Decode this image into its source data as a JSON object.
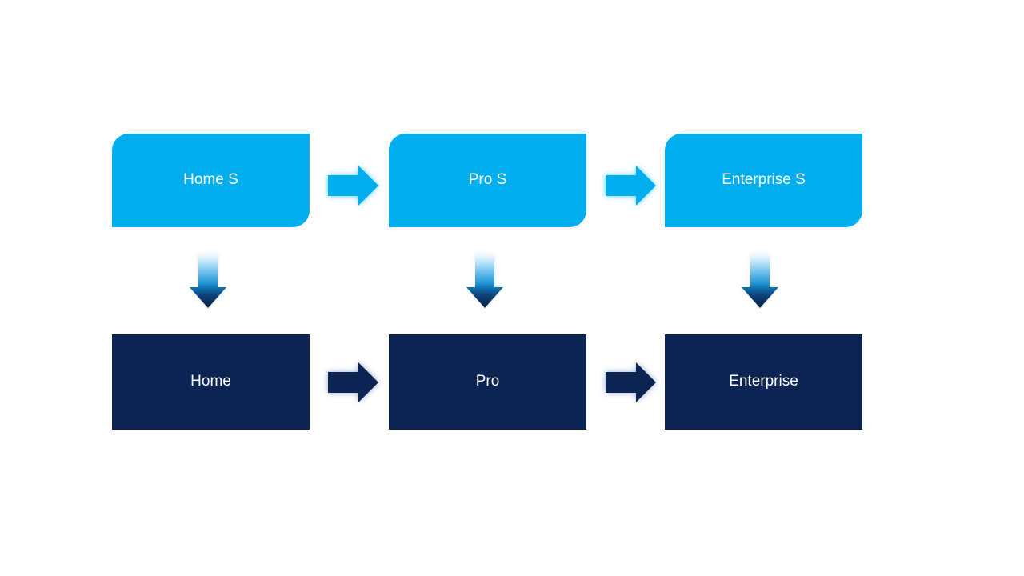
{
  "diagram": {
    "background": "#FFFFFF",
    "colors": {
      "top_box_fill": "#00AEEF",
      "bottom_box_fill": "#0C2452",
      "label_text": "#FFFFFF",
      "light_arrow": "#00AEEF",
      "light_arrow_glow": "#46CDFF",
      "dark_arrow": "#0C2452",
      "dark_arrow_glow": "#829EC6",
      "down_arrow_gradient_top": "#F2FAFE",
      "down_arrow_gradient_bottom": "#091F44"
    },
    "columns": [
      {
        "top": {
          "label": "Home S"
        },
        "bottom": {
          "label": "Home"
        }
      },
      {
        "top": {
          "label": "Pro S"
        },
        "bottom": {
          "label": "Pro"
        }
      },
      {
        "top": {
          "label": "Enterprise S"
        },
        "bottom": {
          "label": "Enterprise"
        }
      }
    ]
  }
}
